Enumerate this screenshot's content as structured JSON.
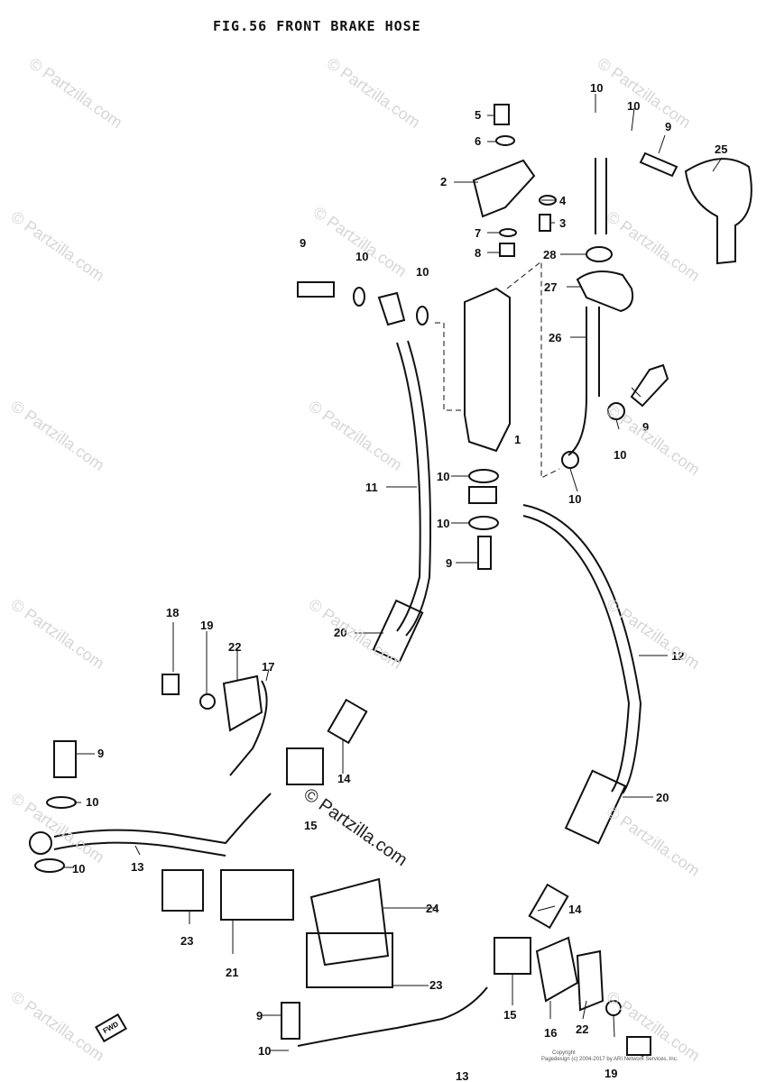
{
  "title": "FIG.56  FRONT BRAKE HOSE",
  "watermark": "© Partzilla.com",
  "copyright_label": "Copyright",
  "copyright_line": "Pagedesign (c) 2004-2017 by ARI Network Services, Inc.",
  "forward_marker": "FWD",
  "callouts": [
    {
      "id": "c1",
      "label": "1"
    },
    {
      "id": "c2",
      "label": "2"
    },
    {
      "id": "c3",
      "label": "3"
    },
    {
      "id": "c4",
      "label": "4"
    },
    {
      "id": "c5",
      "label": "5"
    },
    {
      "id": "c6",
      "label": "6"
    },
    {
      "id": "c7",
      "label": "7"
    },
    {
      "id": "c8",
      "label": "8"
    },
    {
      "id": "c9a",
      "label": "9"
    },
    {
      "id": "c9b",
      "label": "9"
    },
    {
      "id": "c9c",
      "label": "9"
    },
    {
      "id": "c9d",
      "label": "9"
    },
    {
      "id": "c9e",
      "label": "9"
    },
    {
      "id": "c9f",
      "label": "9"
    },
    {
      "id": "c10a",
      "label": "10"
    },
    {
      "id": "c10b",
      "label": "10"
    },
    {
      "id": "c10c",
      "label": "10"
    },
    {
      "id": "c10d",
      "label": "10"
    },
    {
      "id": "c10e",
      "label": "10"
    },
    {
      "id": "c10f",
      "label": "10"
    },
    {
      "id": "c10g",
      "label": "10"
    },
    {
      "id": "c10h",
      "label": "10"
    },
    {
      "id": "c10i",
      "label": "10"
    },
    {
      "id": "c10j",
      "label": "10"
    },
    {
      "id": "c10k",
      "label": "10"
    },
    {
      "id": "c11",
      "label": "11"
    },
    {
      "id": "c12",
      "label": "12"
    },
    {
      "id": "c13a",
      "label": "13"
    },
    {
      "id": "c13b",
      "label": "13"
    },
    {
      "id": "c14a",
      "label": "14"
    },
    {
      "id": "c14b",
      "label": "14"
    },
    {
      "id": "c15a",
      "label": "15"
    },
    {
      "id": "c15b",
      "label": "15"
    },
    {
      "id": "c16",
      "label": "16"
    },
    {
      "id": "c17",
      "label": "17"
    },
    {
      "id": "c18",
      "label": "18"
    },
    {
      "id": "c19a",
      "label": "19"
    },
    {
      "id": "c19b",
      "label": "19"
    },
    {
      "id": "c20a",
      "label": "20"
    },
    {
      "id": "c20b",
      "label": "20"
    },
    {
      "id": "c21",
      "label": "21"
    },
    {
      "id": "c22a",
      "label": "22"
    },
    {
      "id": "c22b",
      "label": "22"
    },
    {
      "id": "c23a",
      "label": "23"
    },
    {
      "id": "c23b",
      "label": "23"
    },
    {
      "id": "c24",
      "label": "24"
    },
    {
      "id": "c25",
      "label": "25"
    },
    {
      "id": "c26",
      "label": "26"
    },
    {
      "id": "c27",
      "label": "27"
    },
    {
      "id": "c28",
      "label": "28"
    }
  ]
}
